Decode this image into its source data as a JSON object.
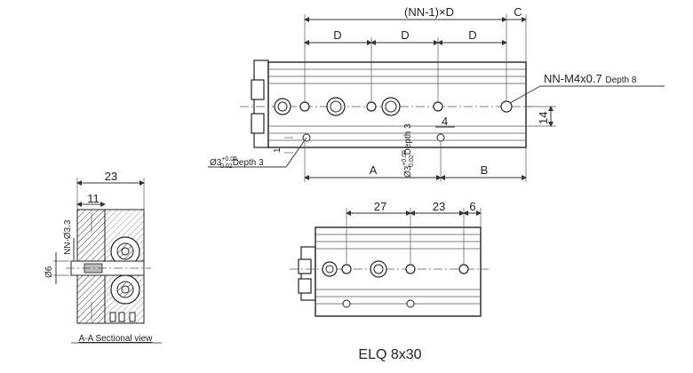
{
  "title": "ELQ 8x30",
  "section_view": {
    "caption": "A-A Sectional view",
    "width_label": "23",
    "inner_label": "11",
    "hole_label": "NN-Ø3.3",
    "dia_label": "Ø6"
  },
  "top_view": {
    "pitch_label": "(NN-1)×D",
    "c_label": "C",
    "d_labels": [
      "D",
      "D",
      "D"
    ],
    "thread_label": "NN-M4x0.7",
    "thread_depth": "Depth 8",
    "height_label": "14",
    "four_label": "4",
    "one_label": "1",
    "a_label": "A",
    "b_label": "B",
    "pin_left_label": "Ø3",
    "pin_tol_upper": "+0.05",
    "pin_tol_lower": "0.02",
    "pin_left_depth": "Depth 3",
    "pin_right_label": "Ø3",
    "pin_right_depth": "Depth 3"
  },
  "bottom_view": {
    "dims": [
      "27",
      "23",
      "6"
    ]
  }
}
